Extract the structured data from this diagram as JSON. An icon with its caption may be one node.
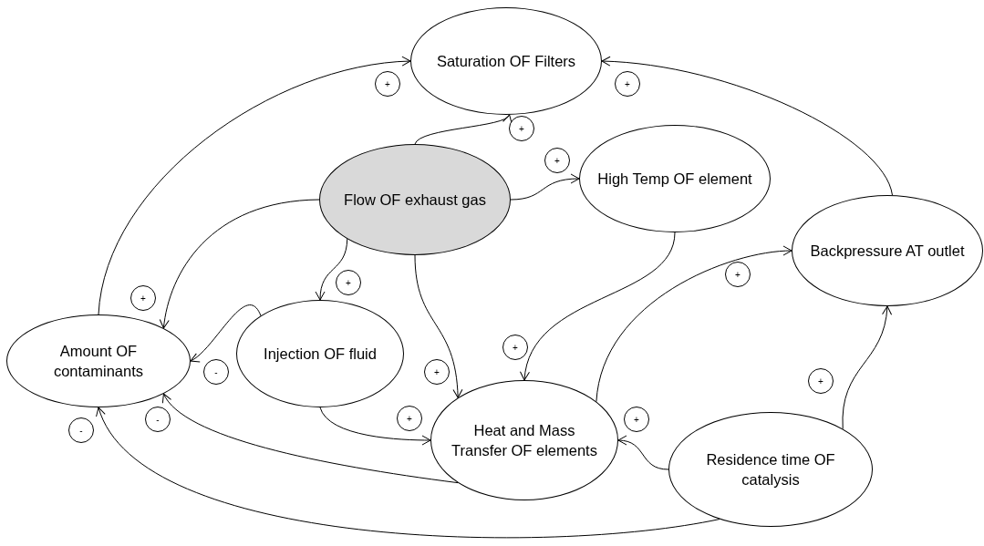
{
  "diagram": {
    "nodes": [
      {
        "text": [
          "Saturation OF Filters"
        ]
      },
      {
        "text": [
          "Flow OF exhaust gas"
        ]
      },
      {
        "text": [
          "High Temp OF element"
        ]
      },
      {
        "text": [
          "Backpressure AT outlet"
        ]
      },
      {
        "text": [
          "Amount OF contaminants"
        ]
      },
      {
        "text": [
          "Injection OF fluid"
        ]
      },
      {
        "text": [
          "Heat and Mass Transfer OF elements"
        ]
      },
      {
        "text": [
          "Residence time OF catalysis"
        ]
      }
    ],
    "edges": [
      {
        "from": 4,
        "to": 0,
        "arrow": "to",
        "label": "+"
      },
      {
        "from": 3,
        "to": 0,
        "arrow": "to",
        "label": "+"
      },
      {
        "from": 1,
        "to": 0,
        "arrow": "to",
        "label": "+"
      },
      {
        "from": 1,
        "to": 2,
        "arrow": "to",
        "label": "+"
      },
      {
        "from": 1,
        "to": 4,
        "arrow": "to",
        "label": "+"
      },
      {
        "from": 1,
        "to": 5,
        "arrow": "to",
        "label": "+"
      },
      {
        "from": 1,
        "to": 6,
        "arrow": "to",
        "label": "+"
      },
      {
        "from": 5,
        "to": 4,
        "arrow": "to",
        "label": "-"
      },
      {
        "from": 2,
        "to": 6,
        "arrow": "to",
        "label": "+"
      },
      {
        "from": 6,
        "to": 3,
        "arrow": "to",
        "label": "+"
      },
      {
        "from": 5,
        "to": 6,
        "arrow": "to",
        "label": "+"
      },
      {
        "from": 6,
        "to": 4,
        "arrow": "to",
        "label": "-"
      },
      {
        "from": 7,
        "to": 6,
        "arrow": "to",
        "label": "+"
      },
      {
        "from": 7,
        "to": 3,
        "arrow": "to",
        "label": "+"
      },
      {
        "from": 7,
        "to": 4,
        "arrow": "to",
        "label": "-"
      }
    ]
  }
}
